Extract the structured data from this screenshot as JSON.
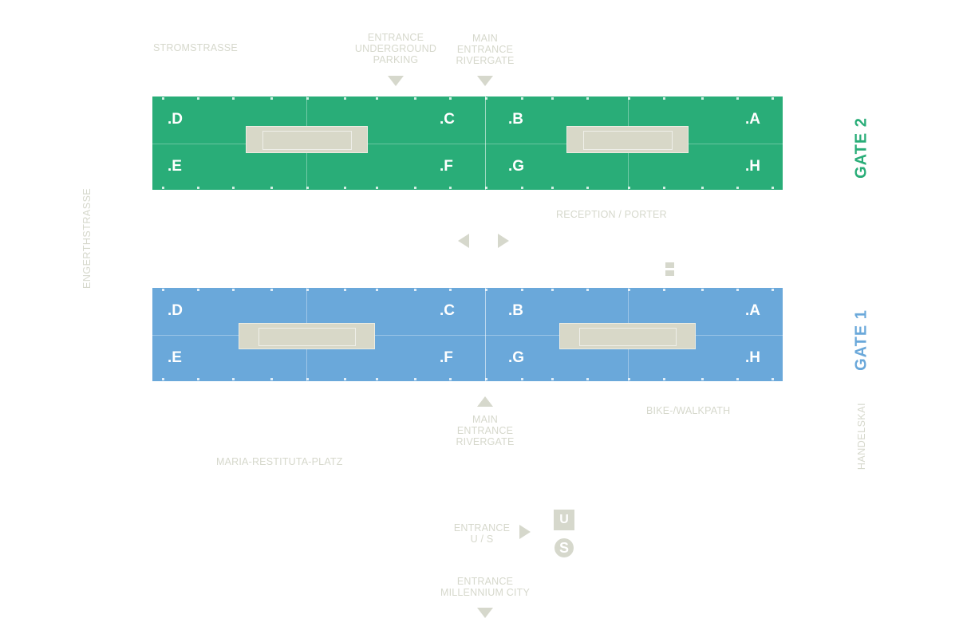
{
  "streets": {
    "top": "STROMSTRASSE",
    "left": "ENGERTHSTRASSE",
    "right": "HANDELSKAI",
    "bottom": "MARIA-RESTITUTA-PLATZ"
  },
  "labels": {
    "entrance_parking": "ENTRANCE\nUNDERGROUND\nPARKING",
    "main_entrance_top": "MAIN\nENTRANCE\nRIVERGATE",
    "main_entrance_bottom": "MAIN\nENTRANCE\nRIVERGATE",
    "reception": "RECEPTION / PORTER",
    "bike_path": "BIKE-/WALKPATH",
    "entrance_us": "ENTRANCE\nU / S",
    "entrance_millennium": "ENTRANCE\nMILLENNIUM CITY"
  },
  "gate2": {
    "name": "GATE 2",
    "color": "#29ad78",
    "units": [
      ".D",
      ".C",
      ".B",
      ".A",
      ".E",
      ".F",
      ".G",
      ".H"
    ]
  },
  "gate1": {
    "name": "GATE 1",
    "color": "#6aa8da",
    "units": [
      ".D",
      ".C",
      ".B",
      ".A",
      ".E",
      ".F",
      ".G",
      ".H"
    ]
  },
  "transit": {
    "metro": "U",
    "sbahn": "S"
  },
  "colors": {
    "muted": "#d6d8cc",
    "gate2": "#29ad78",
    "gate1": "#6aa8da"
  }
}
